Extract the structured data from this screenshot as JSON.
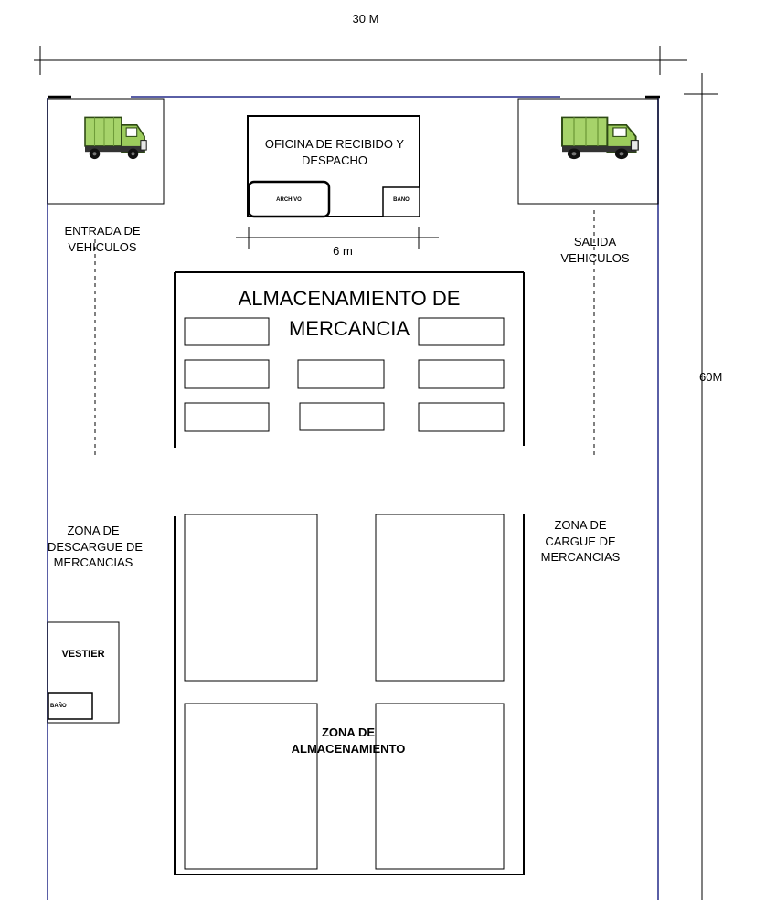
{
  "dimensions": {
    "width_label": "30 M",
    "height_label": "60M",
    "office_width_label": "6 m"
  },
  "areas": {
    "entrance": "ENTRADA DE\nVEHICULOS",
    "exit": "SALIDA\nVEHICULOS",
    "office": "OFICINA DE RECIBIDO Y\nDESPACHO",
    "office_archive": "ARCHIVO",
    "office_bathroom": "BAÑO",
    "storage_title": "ALMACENAMIENTO DE\nMERCANCIA",
    "unloading_zone": "ZONA DE\nDESCARGUE DE\nMERCANCIAS",
    "loading_zone": "ZONA DE\nCARGUE DE\nMERCANCIAS",
    "locker_room": "VESTIER",
    "locker_bathroom": "BAÑO",
    "storage_zone": "ZONA DE\nALMACENAMIENTO"
  },
  "icons": {
    "truck_left": "truck-icon",
    "truck_right": "truck-icon"
  },
  "colors": {
    "perimeter": "#5a5fa6",
    "line": "#000000",
    "truck_cargo": "#a6d36a",
    "truck_cab": "#9ccc5c"
  }
}
